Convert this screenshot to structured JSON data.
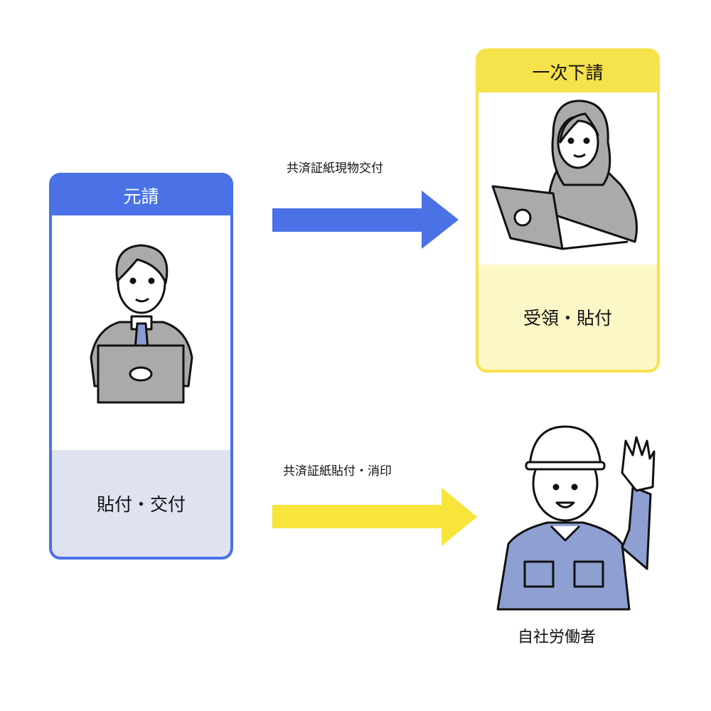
{
  "left_card": {
    "title": "元請",
    "action": "貼付・交付",
    "color": "#4a72e6"
  },
  "right_card": {
    "title": "一次下請",
    "action": "受領・貼付",
    "color": "#f6e24a"
  },
  "arrows": [
    {
      "label": "共済証紙現物交付",
      "color": "#4a72e6"
    },
    {
      "label": "共済証紙貼付・消印",
      "color": "#f7e53c"
    }
  ],
  "worker": {
    "label": "自社労働者"
  }
}
